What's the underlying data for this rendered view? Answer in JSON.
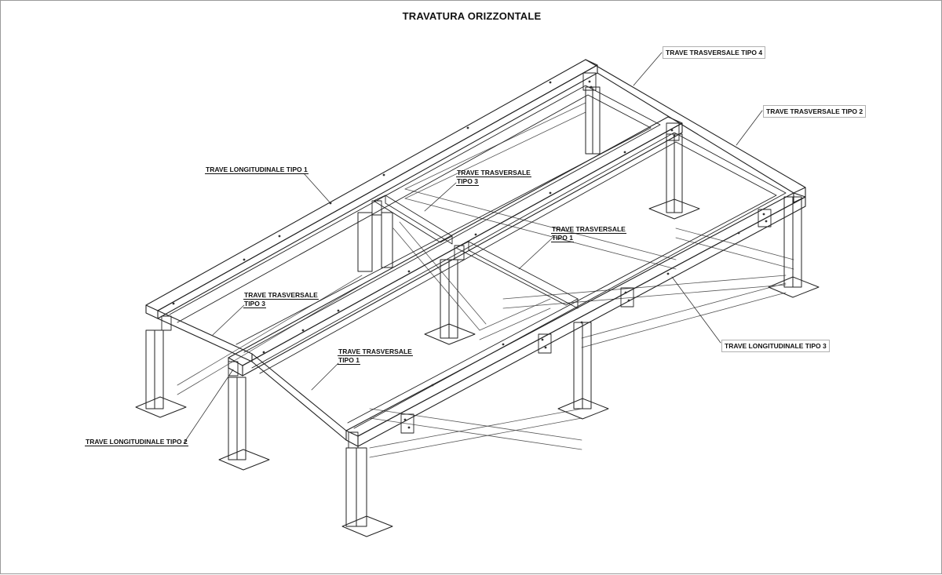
{
  "drawing": {
    "title": "TRAVATURA ORIZZONTALE",
    "labels": {
      "trasv_tipo4": "TRAVE TRASVERSALE TIPO 4",
      "trasv_tipo2": "TRAVE TRASVERSALE TIPO 2",
      "long_tipo1": "TRAVE LONGITUDINALE TIPO 1",
      "trasv_tipo3_upper_l1": "TRAVE TRASVERSALE",
      "trasv_tipo3_upper_l2": "TIPO 3",
      "trasv_tipo1_upper_l1": "TRAVE TRASVERSALE",
      "trasv_tipo1_upper_l2": "TIPO 1",
      "trasv_tipo3_lower_l1": "TRAVE TRASVERSALE",
      "trasv_tipo3_lower_l2": "TIPO 3",
      "long_tipo3": "TRAVE LONGITUDINALE TIPO 3",
      "trasv_tipo1_lower_l1": "TRAVE TRASVERSALE",
      "trasv_tipo1_lower_l2": "TIPO 1",
      "long_tipo2": "TRAVE LONGITUDINALE TIPO 2"
    }
  }
}
